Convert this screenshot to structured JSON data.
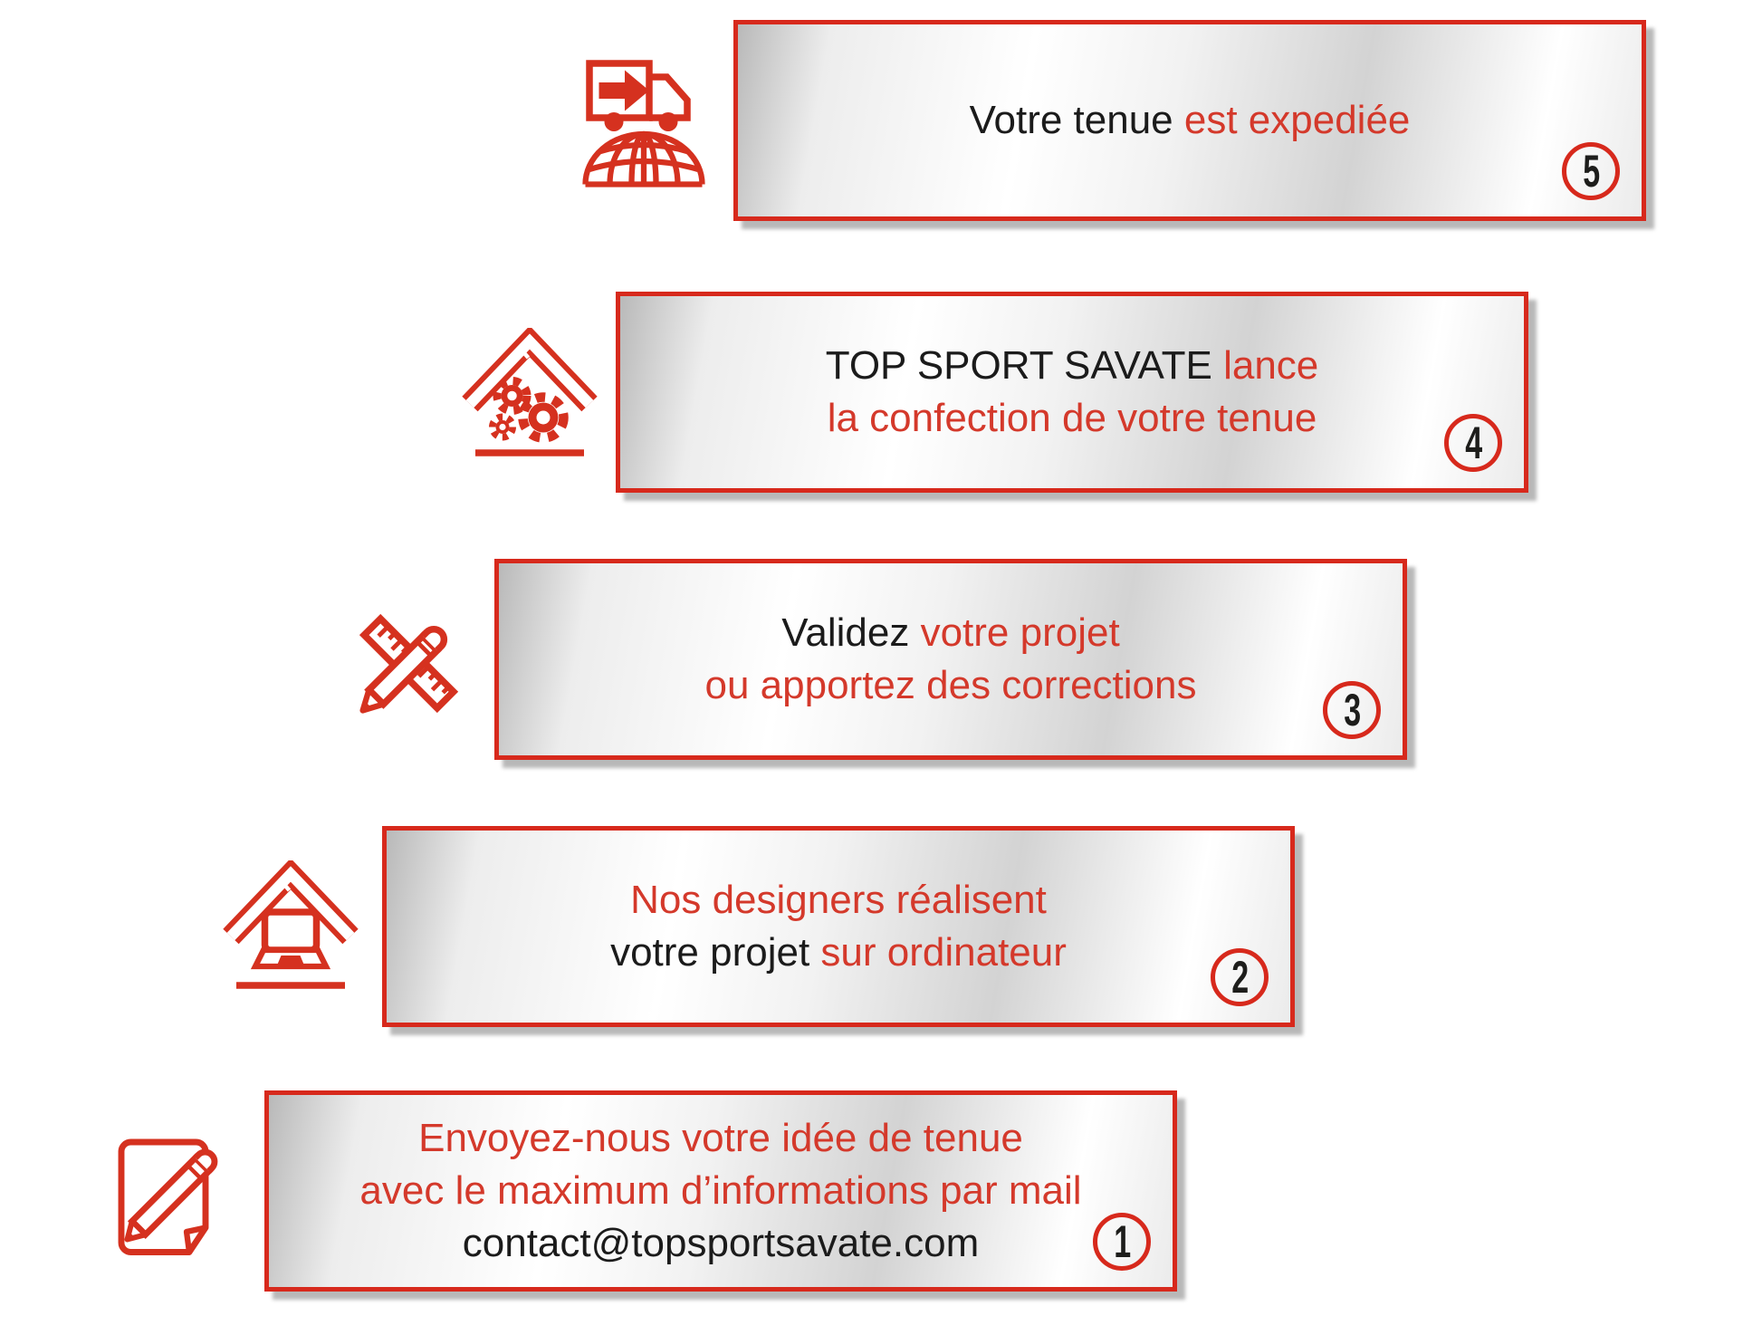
{
  "title": "Custom outfit ordering process - TOP SPORT SAVATE",
  "colors": {
    "accent_red": "#d7291c",
    "text_red": "#d4392b",
    "text_black": "#1b1b1b",
    "number_black": "#1d1d1b",
    "banner_gradient_gray": "#b9b9b9",
    "banner_gradient_white": "#ffffff"
  },
  "steps": [
    {
      "number": "5",
      "icon": "delivery-truck-globe",
      "lines": [
        [
          {
            "text": "Votre tenue ",
            "color": "black"
          },
          {
            "text": "est expediée",
            "color": "red"
          }
        ]
      ]
    },
    {
      "number": "4",
      "icon": "workshop-roof-gears",
      "lines": [
        [
          {
            "text": "TOP SPORT SAVATE ",
            "color": "black"
          },
          {
            "text": "lance",
            "color": "red"
          }
        ],
        [
          {
            "text": "la confection de votre tenue",
            "color": "red"
          }
        ]
      ]
    },
    {
      "number": "3",
      "icon": "crossed-ruler-pencil",
      "lines": [
        [
          {
            "text": "Validez ",
            "color": "black"
          },
          {
            "text": "votre projet",
            "color": "red"
          }
        ],
        [
          {
            "text": "ou apportez des corrections",
            "color": "red"
          }
        ]
      ]
    },
    {
      "number": "2",
      "icon": "designer-roof-laptop",
      "lines": [
        [
          {
            "text": "Nos designers réalisent",
            "color": "red"
          }
        ],
        [
          {
            "text": "votre projet ",
            "color": "black"
          },
          {
            "text": "sur ordinateur",
            "color": "red"
          }
        ]
      ]
    },
    {
      "number": "1",
      "icon": "note-paper-pencil",
      "lines": [
        [
          {
            "text": "Envoyez-nous votre idée de tenue",
            "color": "red"
          }
        ],
        [
          {
            "text": "avec le maximum d’informations par mail",
            "color": "red"
          }
        ],
        [
          {
            "text": "contact@topsportsavate.com",
            "color": "black"
          }
        ]
      ]
    }
  ]
}
